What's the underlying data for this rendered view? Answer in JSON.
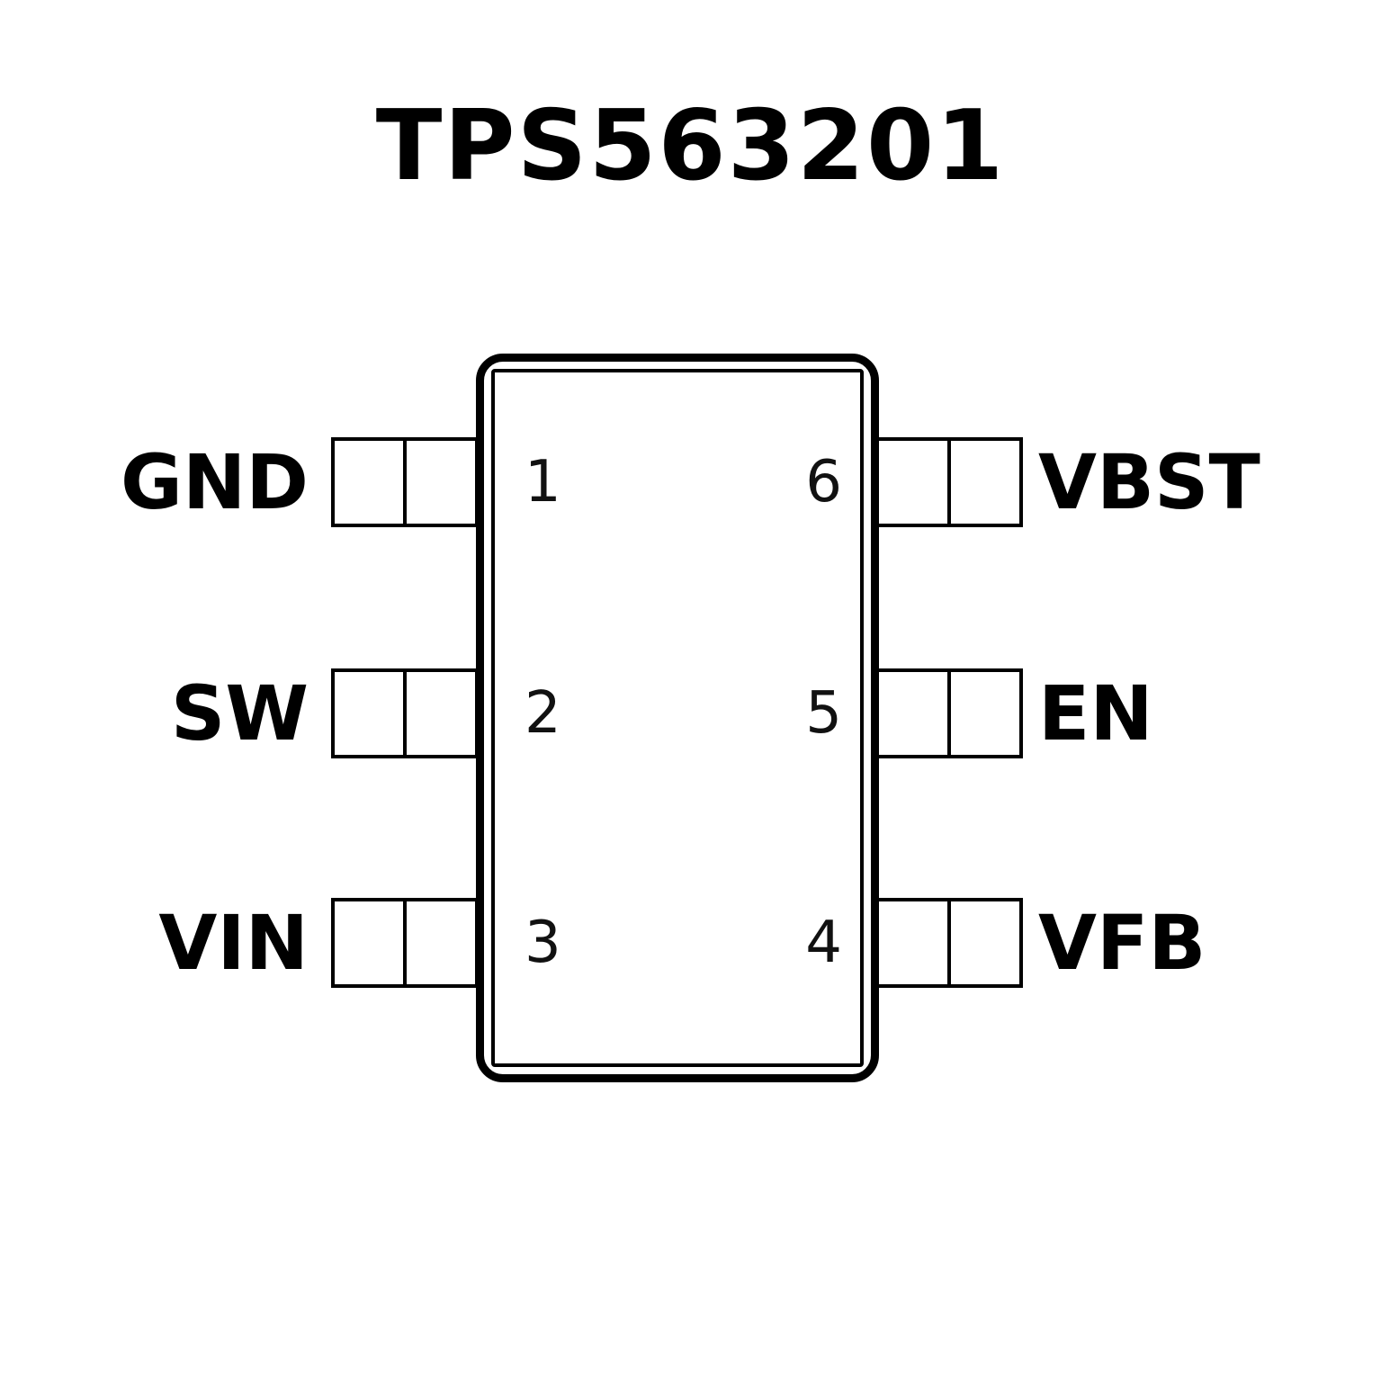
{
  "title": "TPS563201",
  "chip": {
    "package_line_color": "#000000",
    "left_pins": [
      {
        "label": "GND",
        "number": "1"
      },
      {
        "label": "SW",
        "number": "2"
      },
      {
        "label": "VIN",
        "number": "3"
      }
    ],
    "right_pins": [
      {
        "label": "VBST",
        "number": "6"
      },
      {
        "label": "EN",
        "number": "5"
      },
      {
        "label": "VFB",
        "number": "4"
      }
    ]
  }
}
